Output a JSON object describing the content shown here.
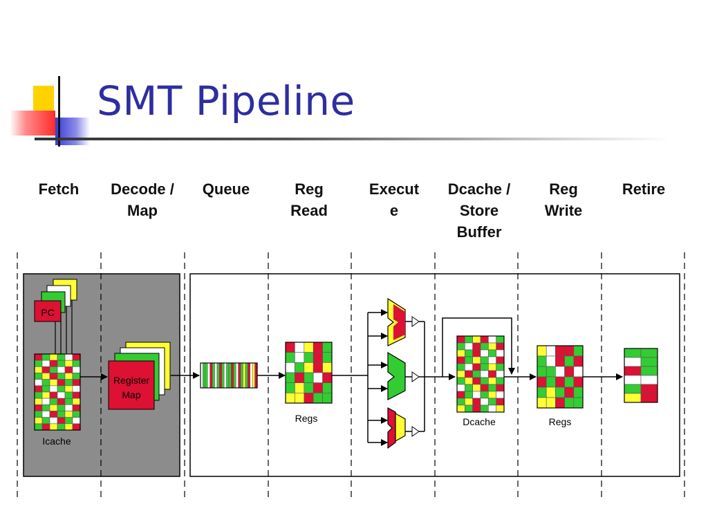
{
  "slide": {
    "title": "SMT Pipeline"
  },
  "stages": [
    {
      "label": "Fetch"
    },
    {
      "label": "Decode / Map"
    },
    {
      "label": "Queue"
    },
    {
      "label": "Reg Read"
    },
    {
      "label": "Execut e"
    },
    {
      "label": "Dcache / Store Buffer"
    },
    {
      "label": "Reg Write"
    },
    {
      "label": "Retire"
    }
  ],
  "components": {
    "pc": "PC",
    "icache": "Icache",
    "register_map_line1": "Register",
    "register_map_line2": "Map",
    "regs_read": "Regs",
    "dcache": "Dcache",
    "regs_write": "Regs"
  },
  "colors": {
    "title": "#2e2ea0",
    "red": "#dd1133",
    "green": "#33cc33",
    "yellow": "#ffff33",
    "gray_region": "#8c8c8c"
  }
}
